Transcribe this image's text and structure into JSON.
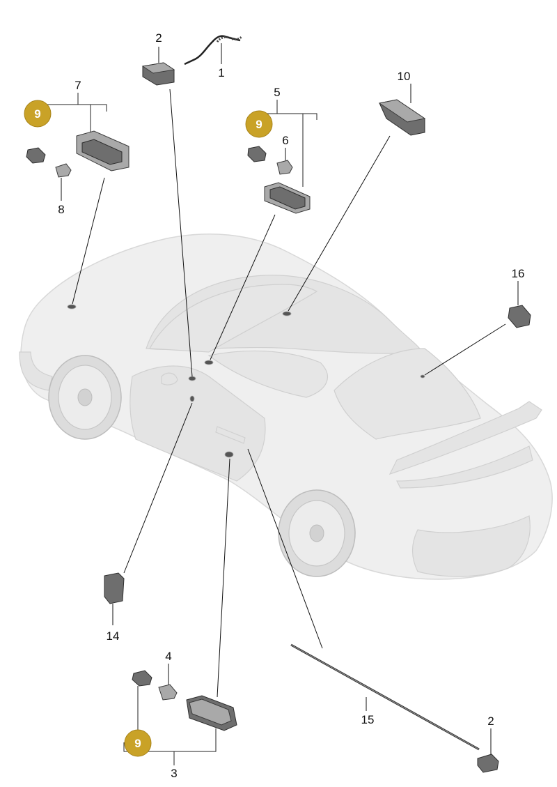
{
  "diagram": {
    "accent_color": "#c9a227",
    "callouts": [
      {
        "id": "c1",
        "label": "1"
      },
      {
        "id": "c2a",
        "label": "2"
      },
      {
        "id": "c2b",
        "label": "2"
      },
      {
        "id": "c3",
        "label": "3"
      },
      {
        "id": "c4",
        "label": "4"
      },
      {
        "id": "c5",
        "label": "5"
      },
      {
        "id": "c6",
        "label": "6"
      },
      {
        "id": "c7",
        "label": "7"
      },
      {
        "id": "c8",
        "label": "8"
      },
      {
        "id": "c10",
        "label": "10"
      },
      {
        "id": "c14",
        "label": "14"
      },
      {
        "id": "c15",
        "label": "15"
      },
      {
        "id": "c16",
        "label": "16"
      }
    ],
    "badges": [
      {
        "id": "b9a",
        "label": "9"
      },
      {
        "id": "b9b",
        "label": "9"
      },
      {
        "id": "b9c",
        "label": "9"
      }
    ]
  }
}
